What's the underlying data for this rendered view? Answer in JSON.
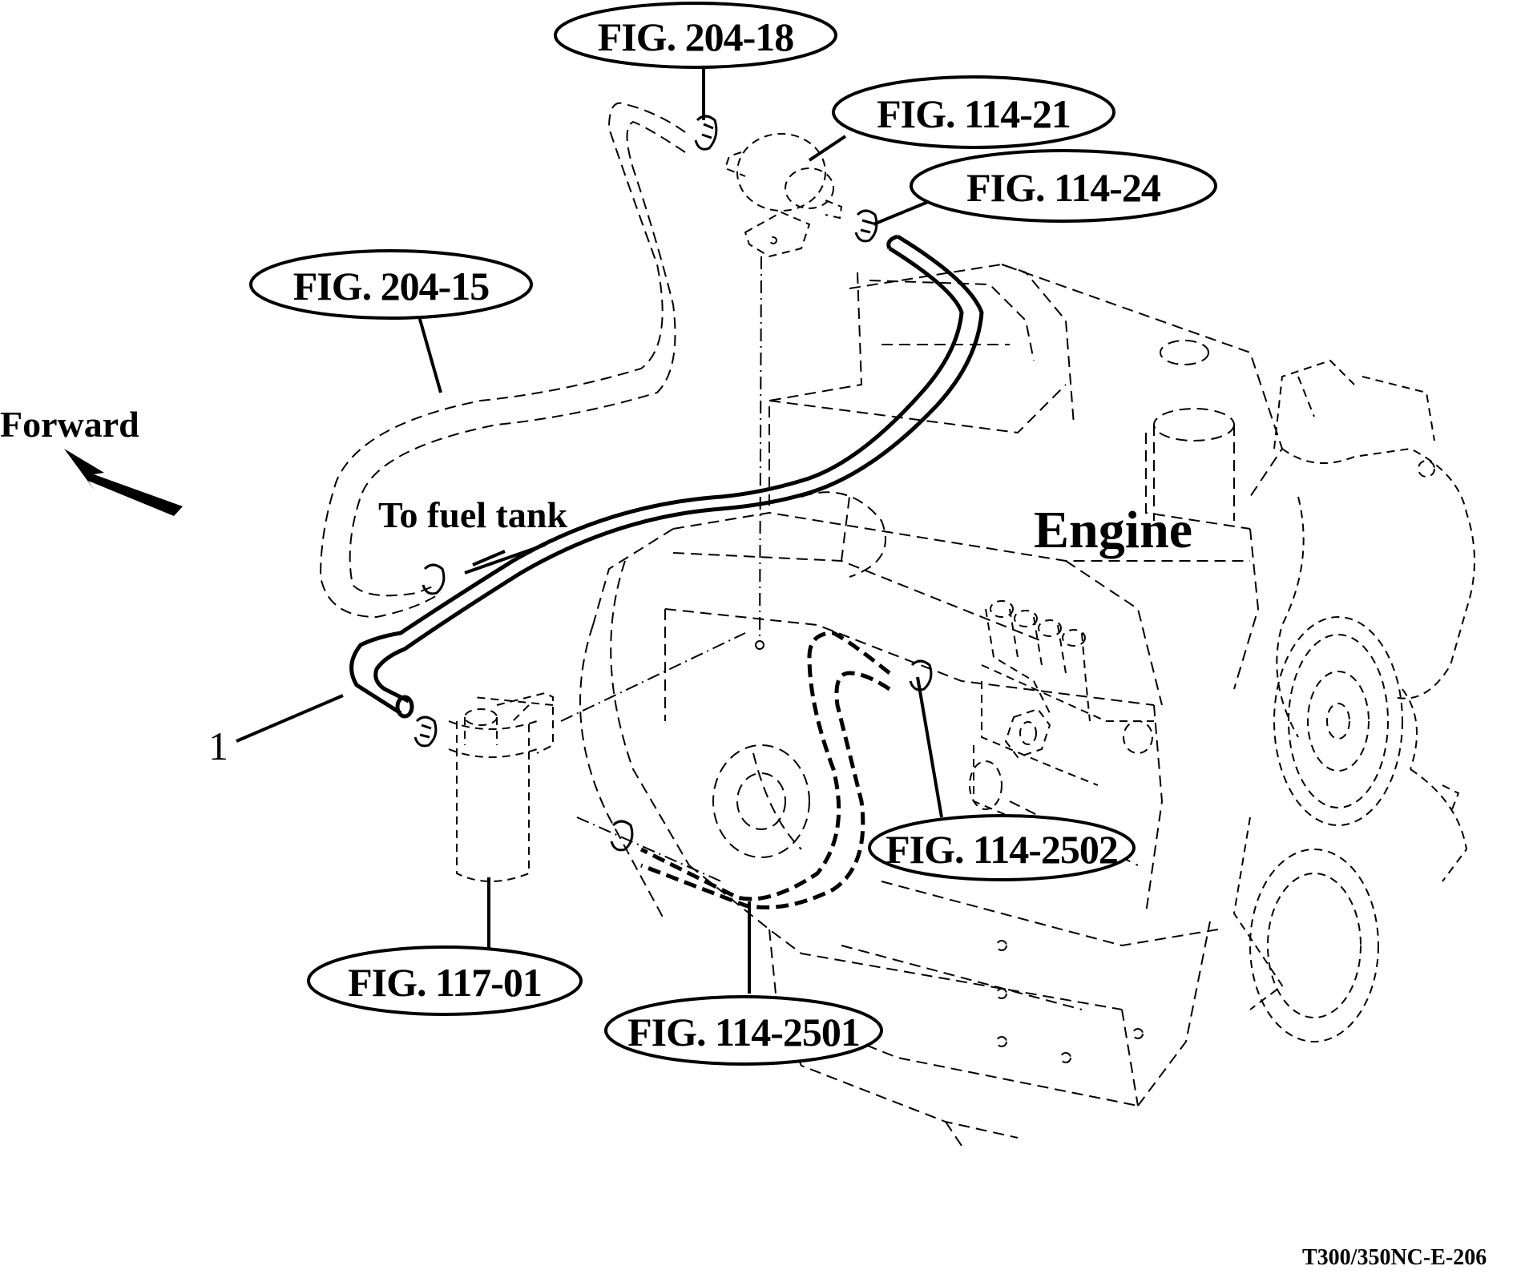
{
  "diagram": {
    "title_code": "T300/350NC-E-206",
    "direction_label": "Forward",
    "destination_label": "To fuel tank",
    "component_label": "Engine",
    "part_number": "1",
    "callouts": [
      {
        "id": "fig-204-18",
        "label": "FIG. 204-18"
      },
      {
        "id": "fig-114-21",
        "label": "FIG. 114-21"
      },
      {
        "id": "fig-114-24",
        "label": "FIG. 114-24"
      },
      {
        "id": "fig-204-15",
        "label": "FIG. 204-15"
      },
      {
        "id": "fig-114-2502",
        "label": "FIG. 114-2502"
      },
      {
        "id": "fig-117-01",
        "label": "FIG. 117-01"
      },
      {
        "id": "fig-114-2501",
        "label": "FIG. 114-2501"
      }
    ],
    "icons": {
      "forward_arrow": "arrow-up-left",
      "hose_clamp": "clamp"
    }
  }
}
